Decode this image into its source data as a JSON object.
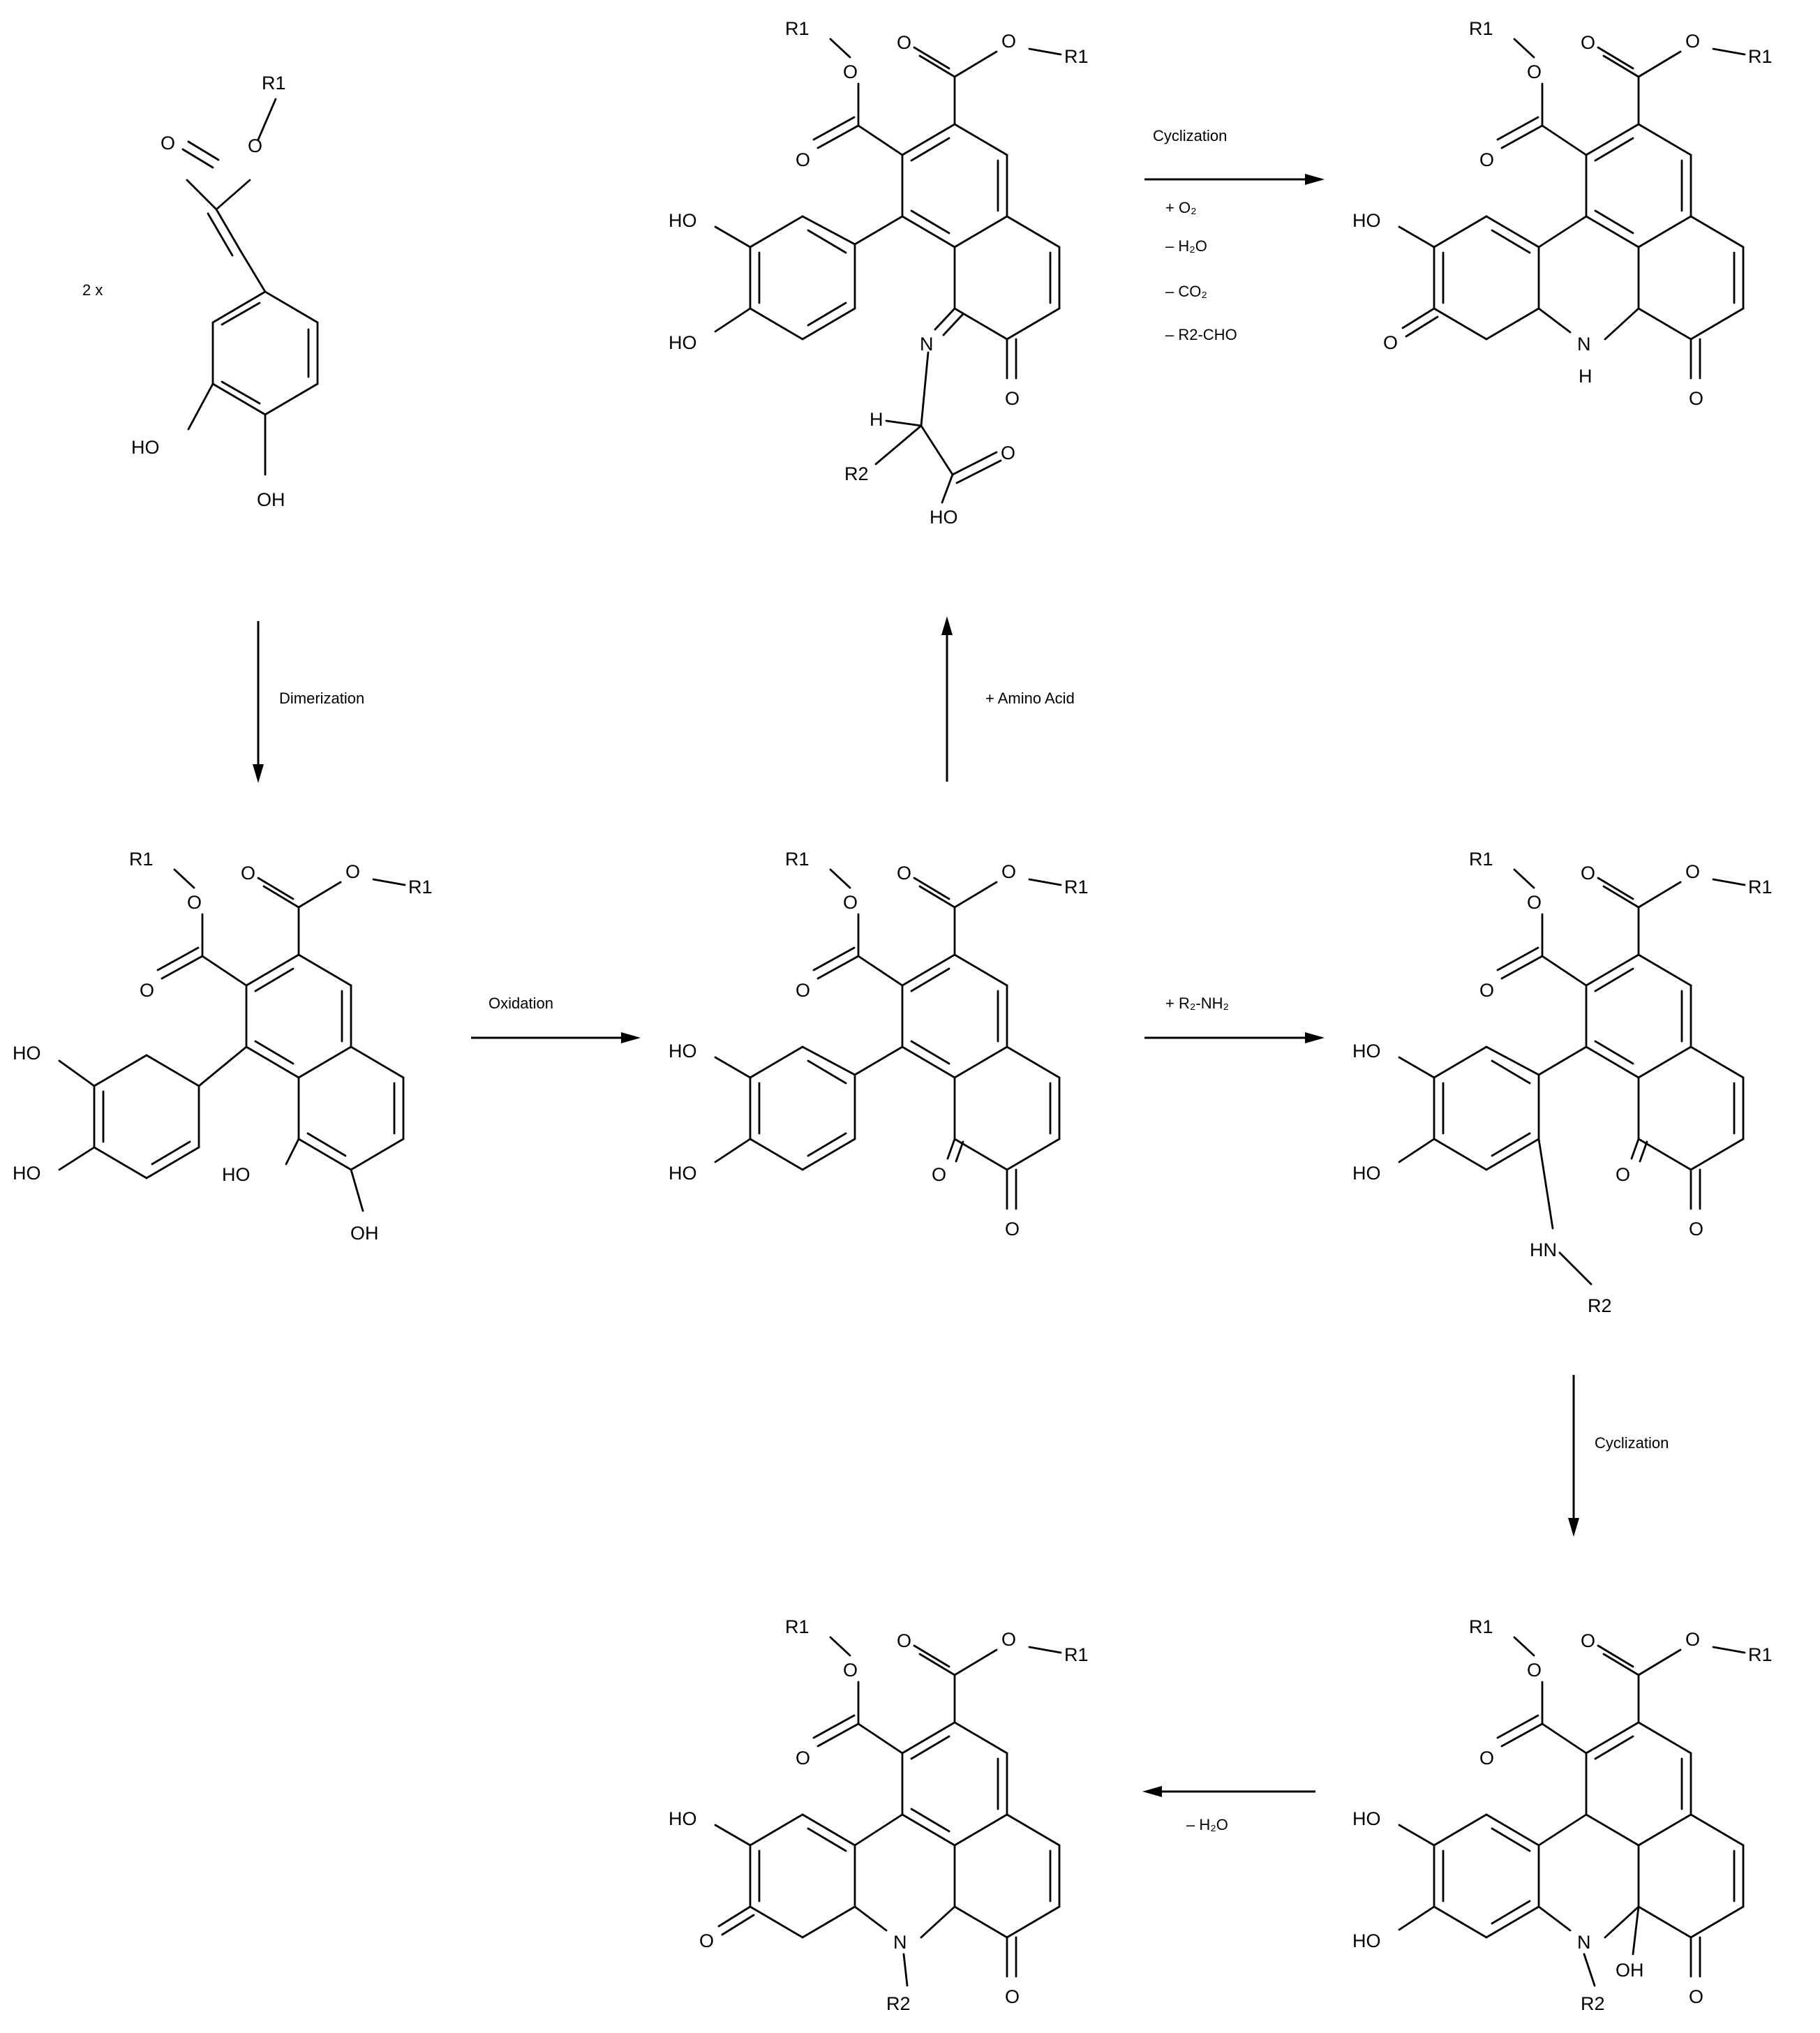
{
  "molecules": {
    "caffeate": {
      "multiplier": "2 x",
      "labels": {
        "r1": "R1",
        "o_carbonyl": "O",
        "o_ester": "O",
        "ho": "HO",
        "oh": "OH"
      }
    },
    "dimer": {
      "labels": {
        "r1_left": "R1",
        "o_left_ester": "O",
        "o_left_carbonyl": "O",
        "o_right_carbonyl": "O",
        "o_right_ester": "O",
        "r1_right": "R1",
        "ho_top": "HO",
        "ho_bottom": "HO",
        "ho_mid": "HO",
        "oh": "OH"
      }
    },
    "orthoquinone": {
      "labels": {
        "r1_left": "R1",
        "o_left_ester": "O",
        "o_left_carbonyl": "O",
        "o_right_carbonyl": "O",
        "o_right_ester": "O",
        "r1_right": "R1",
        "ho_top": "HO",
        "ho_bottom": "HO",
        "o_quinone_1": "O",
        "o_quinone_2": "O"
      }
    },
    "imine": {
      "labels": {
        "r1_left": "R1",
        "o_left_ester": "O",
        "o_left_carbonyl": "O",
        "o_right_carbonyl": "O",
        "o_right_ester": "O",
        "r1_right": "R1",
        "ho_top": "HO",
        "ho_bottom": "HO",
        "n": "N",
        "o_quinone": "O",
        "h": "H",
        "r2": "R2",
        "o_acid_carbonyl": "O",
        "ho_acid": "HO"
      }
    },
    "product_nh": {
      "labels": {
        "r1_left": "R1",
        "o_left_ester": "O",
        "o_left_carbonyl": "O",
        "o_right_carbonyl": "O",
        "o_right_ester": "O",
        "r1_right": "R1",
        "ho": "HO",
        "o_quinone_left": "O",
        "n": "N",
        "h": "H",
        "o_quinone_right": "O"
      }
    },
    "amine_adduct": {
      "labels": {
        "r1_left": "R1",
        "o_left_ester": "O",
        "o_left_carbonyl": "O",
        "o_right_carbonyl": "O",
        "o_right_ester": "O",
        "r1_right": "R1",
        "ho_top": "HO",
        "ho_bottom": "HO",
        "o_quinone_1": "O",
        "o_quinone_2": "O",
        "hn": "HN",
        "r2": "R2"
      }
    },
    "hemiaminal": {
      "labels": {
        "r1_left": "R1",
        "o_left_ester": "O",
        "o_left_carbonyl": "O",
        "o_right_carbonyl": "O",
        "o_right_ester": "O",
        "r1_right": "R1",
        "ho_top": "HO",
        "ho_bottom": "HO",
        "n": "N",
        "r2": "R2",
        "oh": "OH",
        "o_quinone": "O"
      }
    },
    "product_nr2": {
      "labels": {
        "r1_left": "R1",
        "o_left_ester": "O",
        "o_left_carbonyl": "O",
        "o_right_carbonyl": "O",
        "o_right_ester": "O",
        "r1_right": "R1",
        "ho": "HO",
        "o_quinone_left": "O",
        "n": "N",
        "r2": "R2",
        "o_quinone_right": "O"
      }
    }
  },
  "arrows": {
    "dimerization": {
      "label": "Dimerization"
    },
    "oxidation": {
      "label": "Oxidation"
    },
    "amino_acid": {
      "label": "+ Amino Acid"
    },
    "cyclization_top": {
      "label": "Cyclization",
      "conditions": [
        "+ O₂",
        "– H₂O",
        "– CO₂",
        "– R2-CHO"
      ]
    },
    "amine_addition": {
      "label": "+ R₂-NH₂"
    },
    "cyclization_right": {
      "label": "Cyclization"
    },
    "dehydration": {
      "label": "– H₂O"
    }
  }
}
